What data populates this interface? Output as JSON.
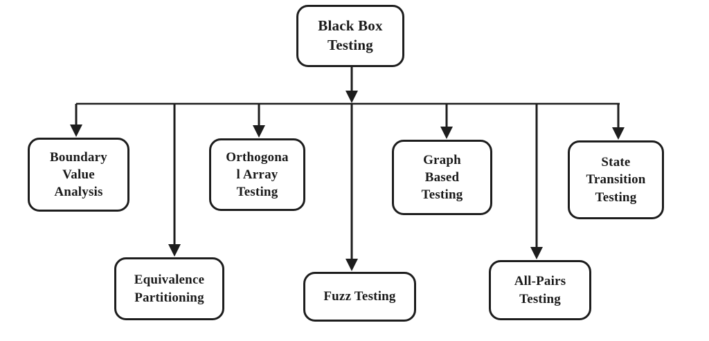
{
  "colors": {
    "line": "#1d1d1d",
    "box_border": "#1d1d1d",
    "text": "#1a1a1a",
    "background": "#ffffff"
  },
  "nodes": {
    "root": {
      "label": "Black Box\nTesting"
    },
    "boundary": {
      "label": "Boundary\nValue\nAnalysis"
    },
    "orthogonal": {
      "label": "Orthogona\nl Array\nTesting"
    },
    "graph": {
      "label": "Graph\nBased\nTesting"
    },
    "state": {
      "label": "State\nTransition\nTesting"
    },
    "equivalence": {
      "label": "Equivalence\nPartitioning"
    },
    "fuzz": {
      "label": "Fuzz Testing"
    },
    "allpairs": {
      "label": "All-Pairs\nTesting"
    }
  }
}
